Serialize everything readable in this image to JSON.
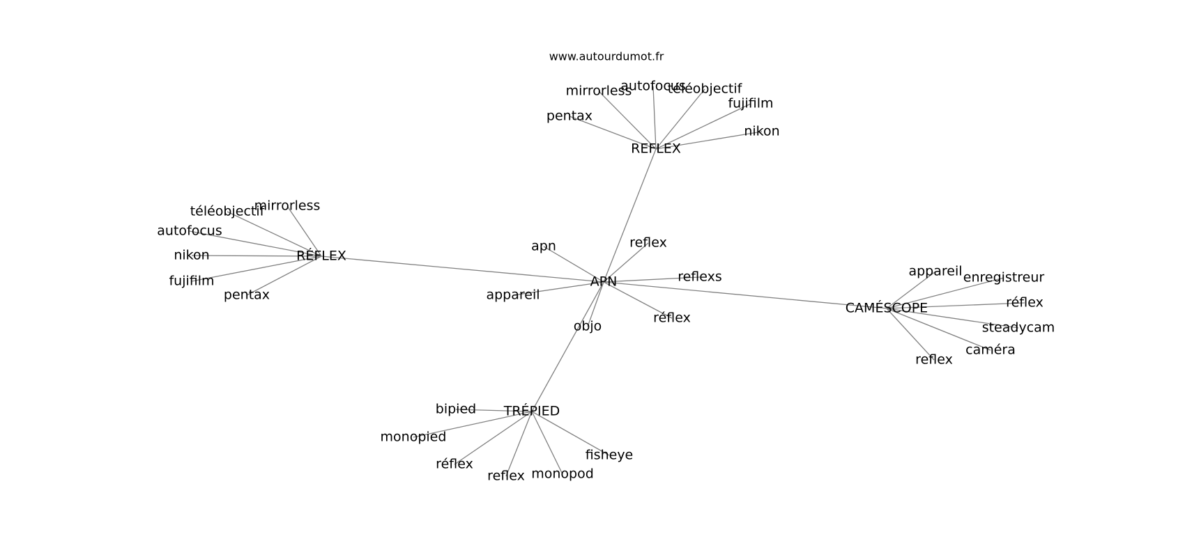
{
  "source": "www.autourdumot.fr",
  "colors": {
    "edge": "#808080",
    "text": "#000000",
    "background": "#ffffff"
  },
  "nodes": [
    {
      "id": "apn",
      "label": "APN"
    },
    {
      "id": "reflex_top",
      "label": "REFLEX"
    },
    {
      "id": "reflex_left",
      "label": "RÉFLEX"
    },
    {
      "id": "camescope",
      "label": "CAMÉSCOPE"
    },
    {
      "id": "trepied",
      "label": "TRÉPIED"
    },
    {
      "id": "apn_apn",
      "label": "apn"
    },
    {
      "id": "apn_reflex",
      "label": "reflex"
    },
    {
      "id": "apn_reflexs",
      "label": "reflexs"
    },
    {
      "id": "apn_appareil",
      "label": "appareil"
    },
    {
      "id": "apn_reflex2",
      "label": "réflex"
    },
    {
      "id": "apn_objo",
      "label": "objo"
    },
    {
      "id": "rt_mirrorless",
      "label": "mirrorless"
    },
    {
      "id": "rt_autofocus",
      "label": "autofocus"
    },
    {
      "id": "rt_teleobjectif",
      "label": "téléobjectif"
    },
    {
      "id": "rt_fujifilm",
      "label": "fujifilm"
    },
    {
      "id": "rt_pentax",
      "label": "pentax"
    },
    {
      "id": "rt_nikon",
      "label": "nikon"
    },
    {
      "id": "rl_mirrorless",
      "label": "mirrorless"
    },
    {
      "id": "rl_teleobjectif",
      "label": "téléobjectif"
    },
    {
      "id": "rl_autofocus",
      "label": "autofocus"
    },
    {
      "id": "rl_nikon",
      "label": "nikon"
    },
    {
      "id": "rl_fujifilm",
      "label": "fujifilm"
    },
    {
      "id": "rl_pentax",
      "label": "pentax"
    },
    {
      "id": "cs_appareil",
      "label": "appareil"
    },
    {
      "id": "cs_enregistreur",
      "label": "enregistreur"
    },
    {
      "id": "cs_reflex",
      "label": "réflex"
    },
    {
      "id": "cs_steadycam",
      "label": "steadycam"
    },
    {
      "id": "cs_camera",
      "label": "caméra"
    },
    {
      "id": "cs_reflex2",
      "label": "reflex"
    },
    {
      "id": "tp_bipied",
      "label": "bipied"
    },
    {
      "id": "tp_monopied",
      "label": "monopied"
    },
    {
      "id": "tp_reflex",
      "label": "réflex"
    },
    {
      "id": "tp_reflex2",
      "label": "reflex"
    },
    {
      "id": "tp_monopod",
      "label": "monopod"
    },
    {
      "id": "tp_fisheye",
      "label": "fisheye"
    }
  ],
  "edges": [
    [
      "apn",
      "reflex_top"
    ],
    [
      "apn",
      "reflex_left"
    ],
    [
      "apn",
      "camescope"
    ],
    [
      "apn",
      "trepied"
    ],
    [
      "apn",
      "apn_apn"
    ],
    [
      "apn",
      "apn_reflex"
    ],
    [
      "apn",
      "apn_reflexs"
    ],
    [
      "apn",
      "apn_appareil"
    ],
    [
      "apn",
      "apn_reflex2"
    ],
    [
      "apn",
      "apn_objo"
    ],
    [
      "reflex_top",
      "rt_mirrorless"
    ],
    [
      "reflex_top",
      "rt_autofocus"
    ],
    [
      "reflex_top",
      "rt_teleobjectif"
    ],
    [
      "reflex_top",
      "rt_fujifilm"
    ],
    [
      "reflex_top",
      "rt_pentax"
    ],
    [
      "reflex_top",
      "rt_nikon"
    ],
    [
      "reflex_left",
      "rl_mirrorless"
    ],
    [
      "reflex_left",
      "rl_teleobjectif"
    ],
    [
      "reflex_left",
      "rl_autofocus"
    ],
    [
      "reflex_left",
      "rl_nikon"
    ],
    [
      "reflex_left",
      "rl_fujifilm"
    ],
    [
      "reflex_left",
      "rl_pentax"
    ],
    [
      "camescope",
      "cs_appareil"
    ],
    [
      "camescope",
      "cs_enregistreur"
    ],
    [
      "camescope",
      "cs_reflex"
    ],
    [
      "camescope",
      "cs_steadycam"
    ],
    [
      "camescope",
      "cs_camera"
    ],
    [
      "camescope",
      "cs_reflex2"
    ],
    [
      "trepied",
      "tp_bipied"
    ],
    [
      "trepied",
      "tp_monopied"
    ],
    [
      "trepied",
      "tp_reflex"
    ],
    [
      "trepied",
      "tp_reflex2"
    ],
    [
      "trepied",
      "tp_monopod"
    ],
    [
      "trepied",
      "tp_fisheye"
    ]
  ]
}
